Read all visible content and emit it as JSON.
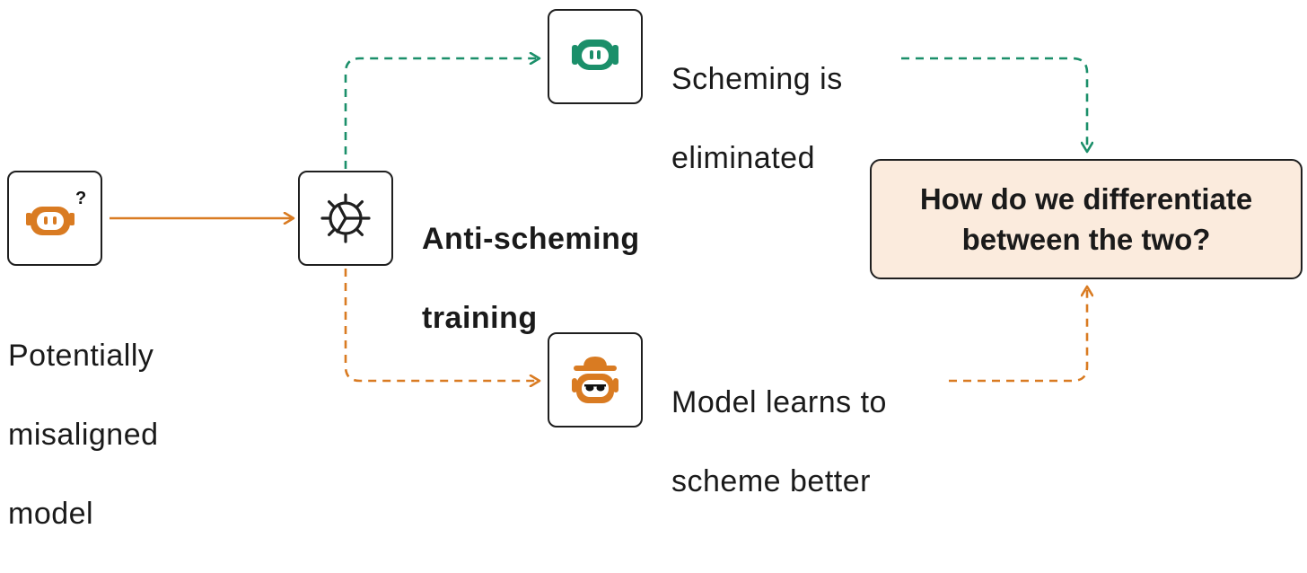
{
  "colors": {
    "orange": "#D97B22",
    "green": "#1B8F6A",
    "question_fill": "#FBEBDD",
    "border": "#1F1F1F"
  },
  "start": {
    "icon": "question-robot-icon",
    "caption_lines": [
      "Potentially",
      "misaligned",
      "model"
    ]
  },
  "training": {
    "icon": "gear-icon",
    "title_lines": [
      "Anti-scheming",
      "training"
    ]
  },
  "outcome_good": {
    "icon": "green-robot-icon",
    "text_lines": [
      "Scheming is",
      "eliminated"
    ]
  },
  "outcome_bad": {
    "icon": "disguised-robot-icon",
    "text_lines": [
      "Model learns to",
      "scheme better"
    ]
  },
  "question": {
    "lines": [
      "How do we differentiate",
      "between the two?"
    ]
  }
}
